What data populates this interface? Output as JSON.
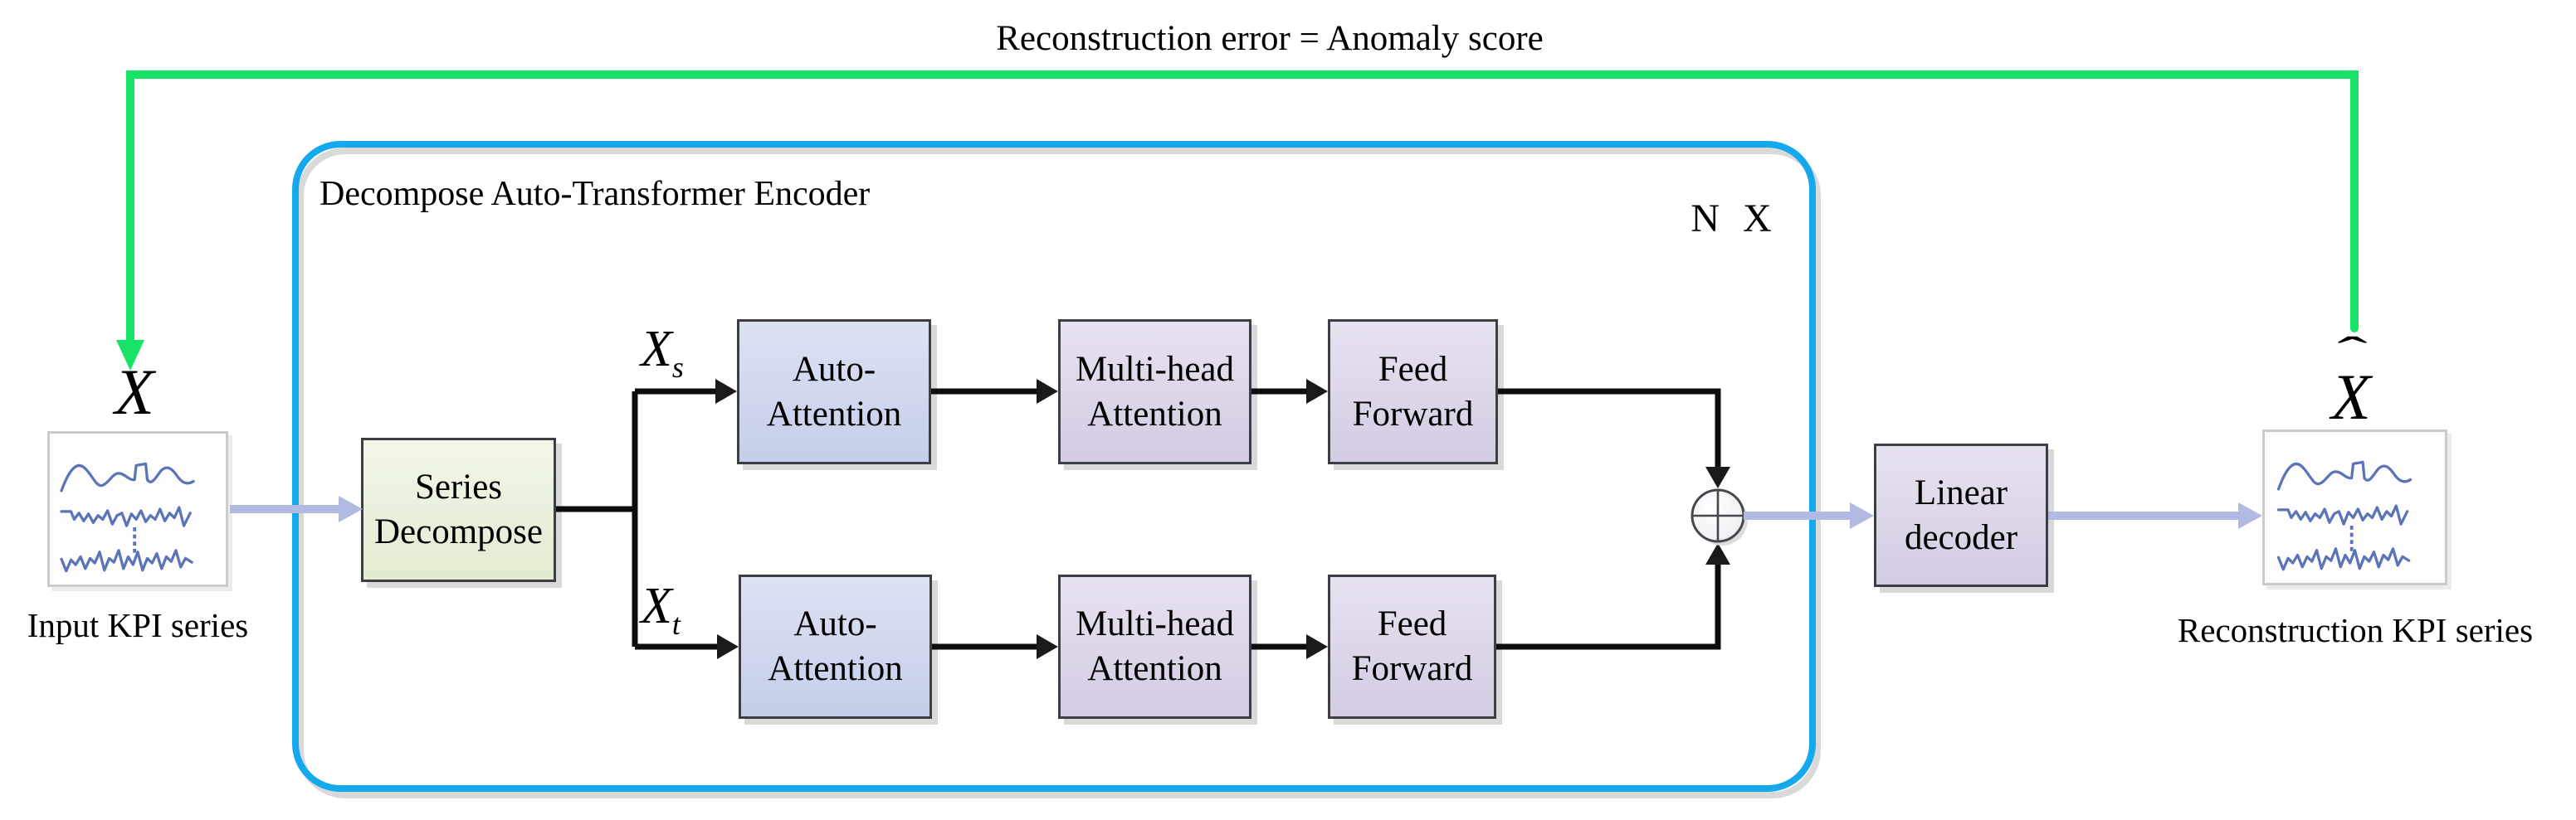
{
  "title": "Reconstruction error = Anomaly score",
  "encoder": {
    "label": "Decompose Auto-Transformer Encoder",
    "repeat_label": "N X"
  },
  "blocks": {
    "series_decompose": {
      "line1": "Series",
      "line2": "Decompose"
    },
    "auto_attention_top": {
      "line1": "Auto-",
      "line2": "Attention"
    },
    "multi_head_top": {
      "line1": "Multi-head",
      "line2": "Attention"
    },
    "feed_forward_top": {
      "line1": "Feed",
      "line2": "Forward"
    },
    "auto_attention_bottom": {
      "line1": "Auto-",
      "line2": "Attention"
    },
    "multi_head_bottom": {
      "line1": "Multi-head",
      "line2": "Attention"
    },
    "feed_forward_bottom": {
      "line1": "Feed",
      "line2": "Forward"
    },
    "linear_decoder": {
      "line1": "Linear",
      "line2": "decoder"
    }
  },
  "input": {
    "variable": "X",
    "caption": "Input KPI series"
  },
  "output": {
    "variable": "X",
    "hat_mark": "ˆ",
    "caption": "Reconstruction KPI series"
  },
  "branches": {
    "seasonal": {
      "base": "X",
      "subscript": "s"
    },
    "trend": {
      "base": "X",
      "subscript": "t"
    }
  },
  "icons": {
    "sum": "circled-plus",
    "input_waveform": "kpi-time-series",
    "output_waveform": "kpi-time-series"
  },
  "colors": {
    "feedback_green": "#17e467",
    "encoder_border": "#14a9ec",
    "data_arrow": "#b2b9e3",
    "waveform": "#5b74b8",
    "decompose_fill_top": "#f2f6e9",
    "decompose_fill_bottom": "#e2ebd1",
    "attention_fill_top": "#dde2f3",
    "attention_fill_bottom": "#c5cdea",
    "purple_fill_top": "#e7e2f0",
    "purple_fill_bottom": "#d3cce2"
  }
}
